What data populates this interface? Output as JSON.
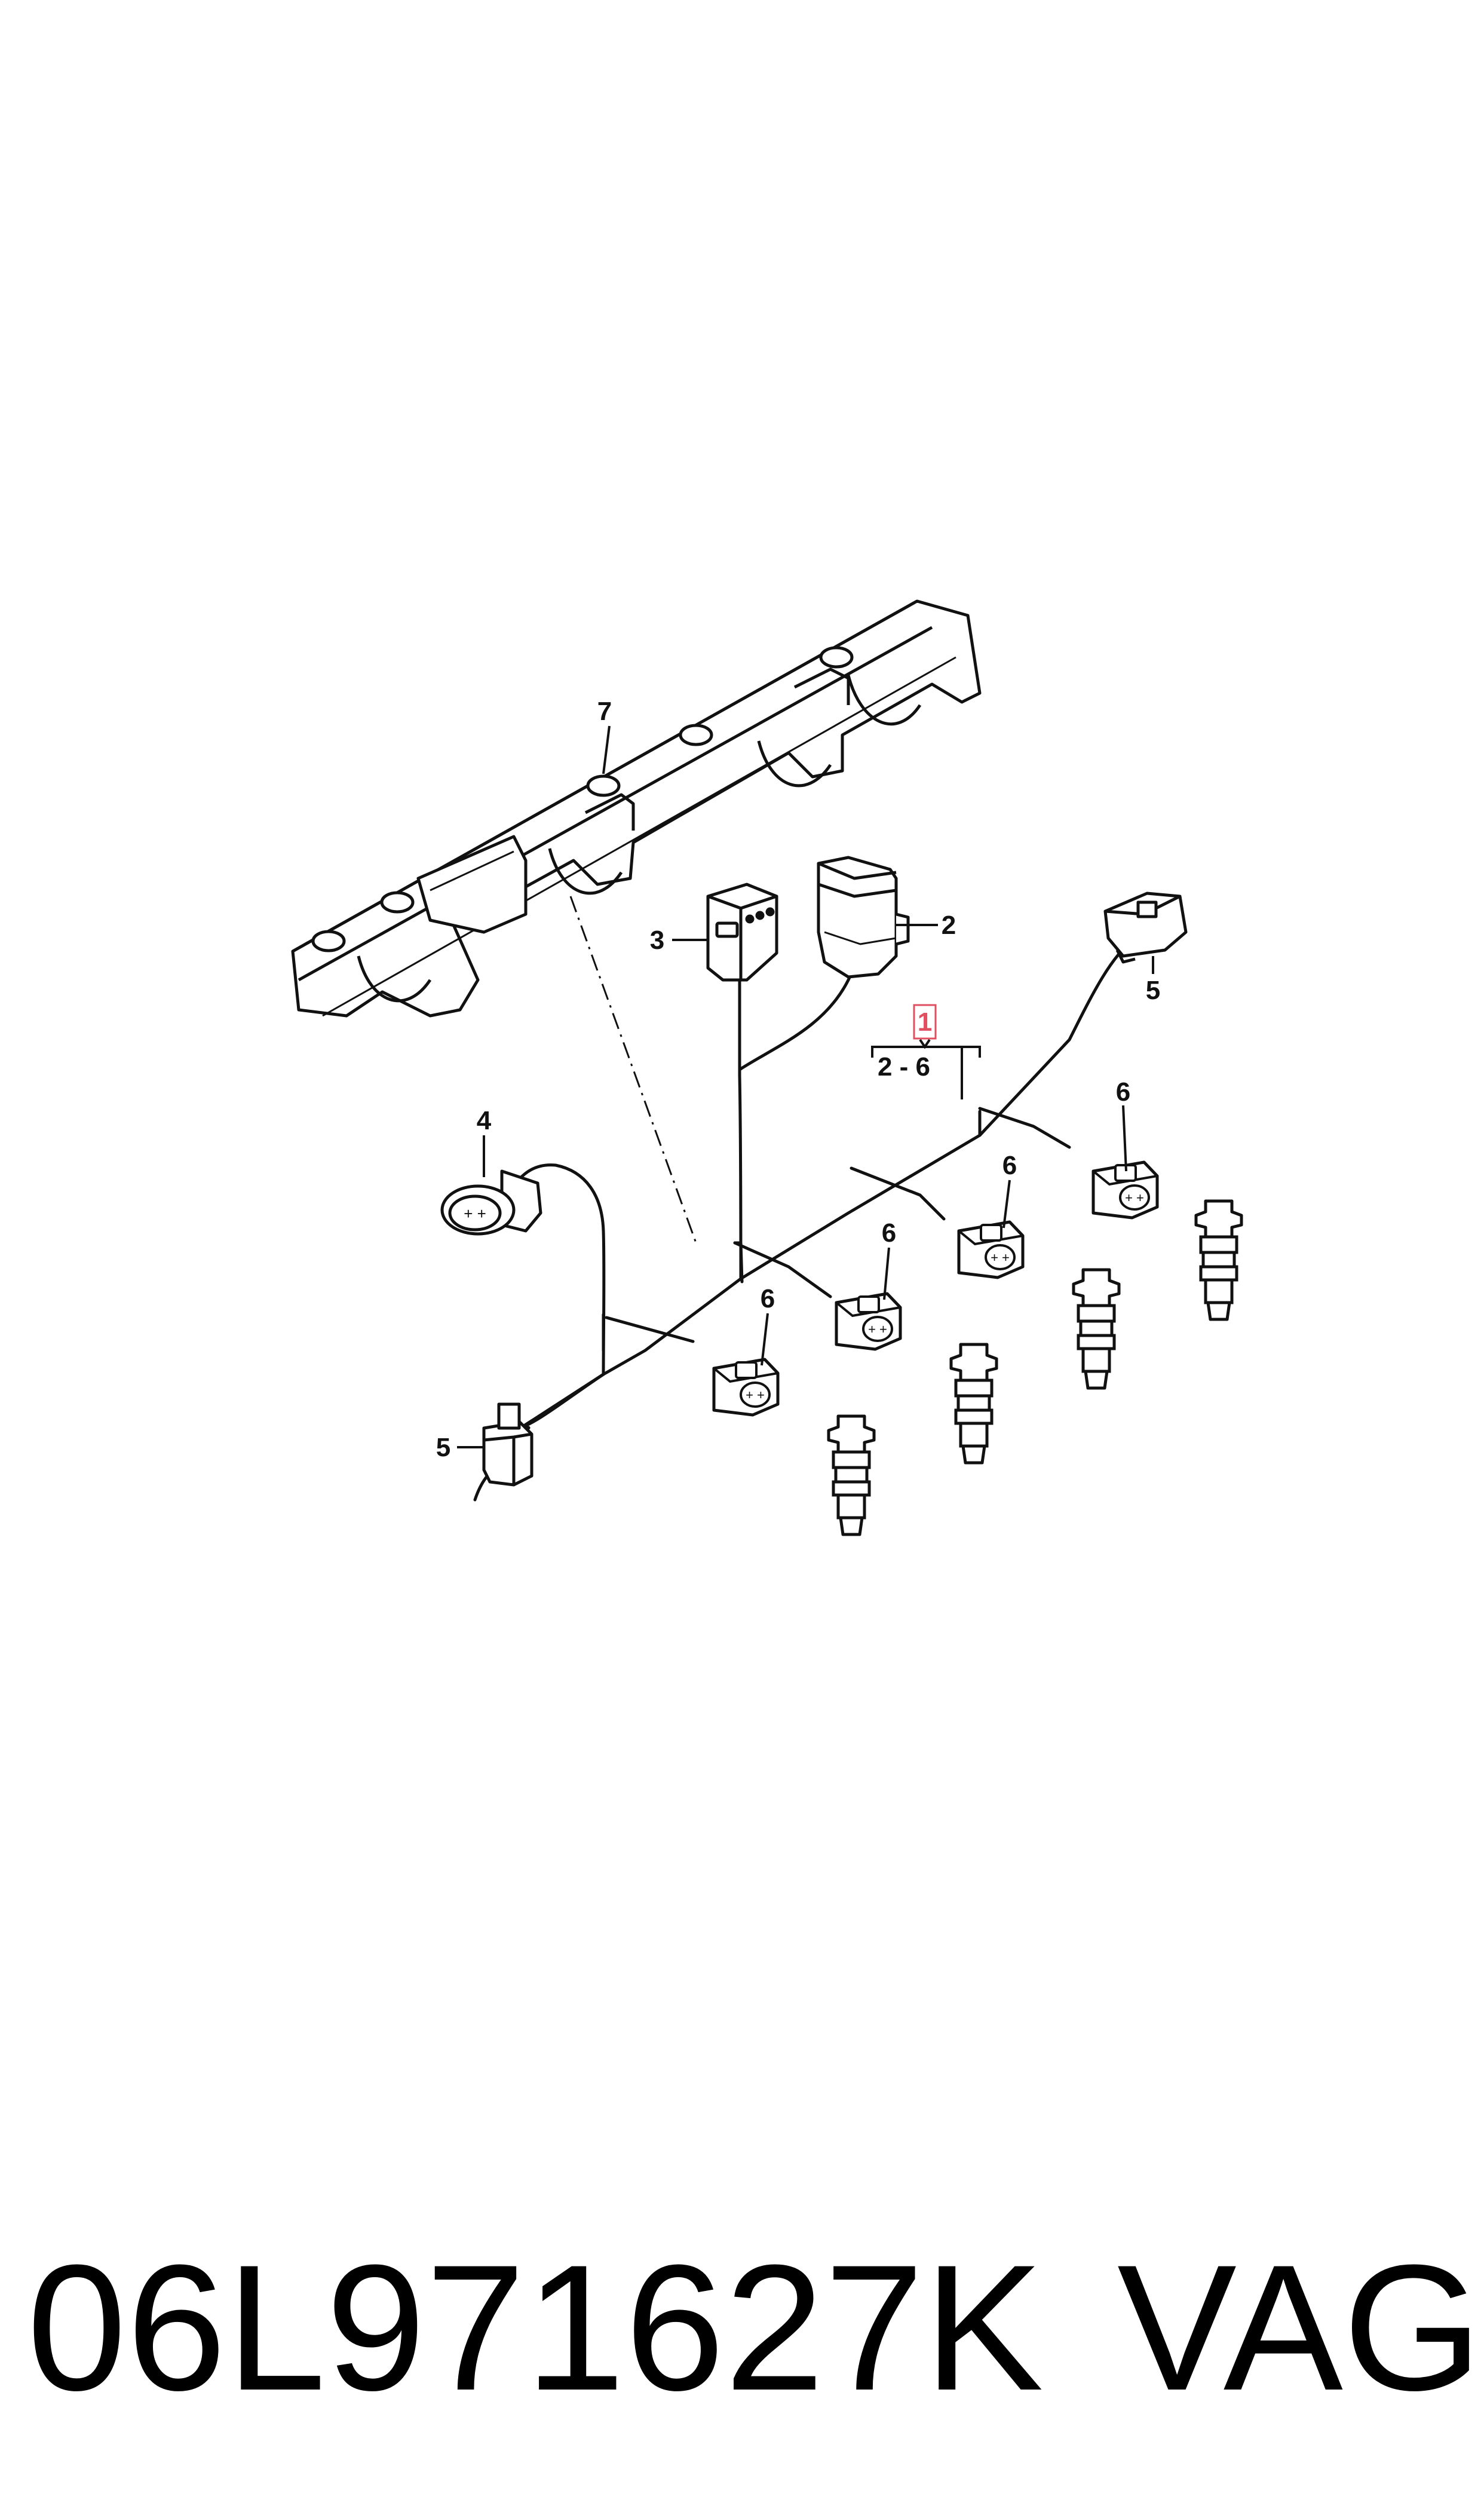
{
  "diagram": {
    "callouts": {
      "c1": "1",
      "range": "2 - 6",
      "c2": "2",
      "c3": "3",
      "c4": "4",
      "c5a": "5",
      "c5b": "5",
      "c6a": "6",
      "c6b": "6",
      "c6c": "6",
      "c6d": "6",
      "c7": "7"
    },
    "highlight_color": "#e05060"
  },
  "caption": {
    "part_number": "06L971627K",
    "brand": "VAG"
  }
}
